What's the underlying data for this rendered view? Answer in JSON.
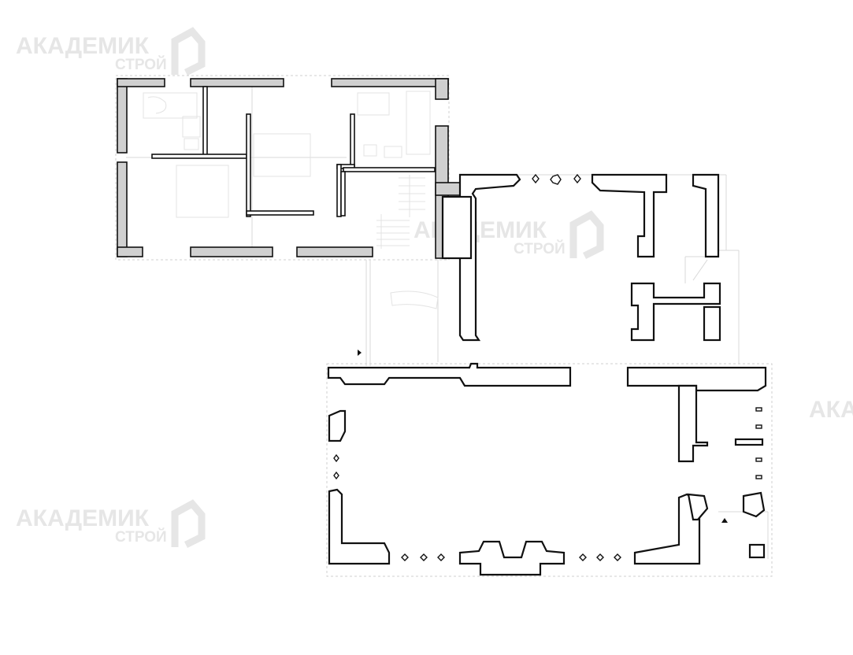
{
  "watermark": {
    "title": "АКАДЕМИК",
    "subtitle": "СТРОЙ",
    "partial": "АКА"
  }
}
